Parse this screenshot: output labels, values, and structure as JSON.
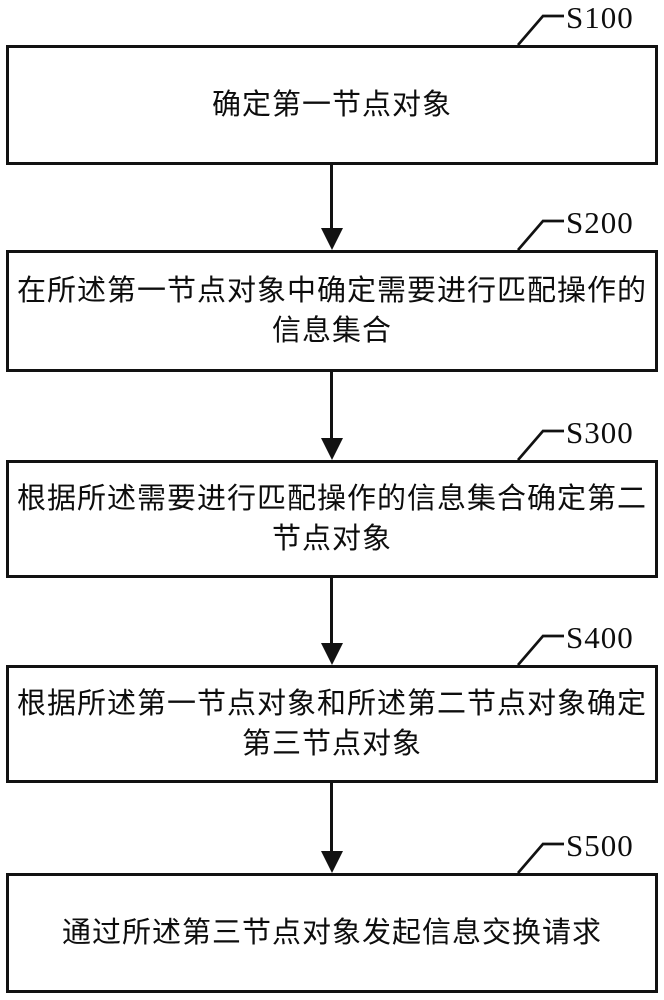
{
  "figure": {
    "type": "flowchart",
    "background_color": "#ffffff",
    "line_color": "#121212",
    "text_color": "#0d0d0d"
  },
  "steps": [
    {
      "id": "S100",
      "lines": [
        "确定第一节点对象"
      ]
    },
    {
      "id": "S200",
      "lines": [
        "在所述第一节点对象中确定需要进行匹配操作的",
        "信息集合"
      ]
    },
    {
      "id": "S300",
      "lines": [
        "根据所述需要进行匹配操作的信息集合确定第二",
        "节点对象"
      ]
    },
    {
      "id": "S400",
      "lines": [
        "根据所述第一节点对象和所述第二节点对象确定",
        "第三节点对象"
      ]
    },
    {
      "id": "S500",
      "lines": [
        "通过所述第三节点对象发起信息交换请求"
      ]
    }
  ]
}
